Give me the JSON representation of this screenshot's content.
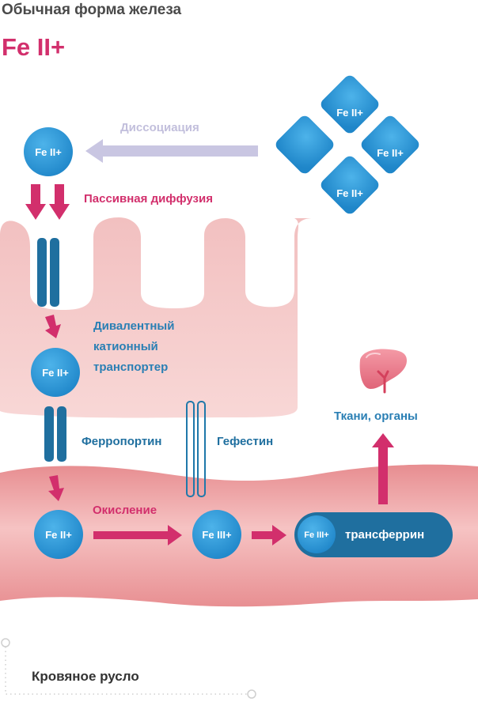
{
  "header": {
    "title": "Обычная форма железа",
    "formula": "Fe II+"
  },
  "labels": {
    "dissociation": "Диссоциация",
    "passive_diffusion": "Пассивная диффузия",
    "transporter_line1": "Дивалентный",
    "transporter_line2": "катионный",
    "transporter_line3": "транспортер",
    "ferroportin": "Ферропортин",
    "hephaestin": "Гефестин",
    "oxidation": "Окисление",
    "tissues": "Ткани, органы",
    "transferrin": "трансферрин",
    "bloodstream": "Кровяное русло"
  },
  "ions": {
    "fe2": "Fe II+",
    "fe3": "Fe III+"
  },
  "colors": {
    "magenta": "#d22f6c",
    "blue": "#2a8fd0",
    "dark_blue": "#1f78aa",
    "cell": "#f5caca",
    "blood": "#ee9fa0",
    "lilac": "#c9c6e2"
  }
}
